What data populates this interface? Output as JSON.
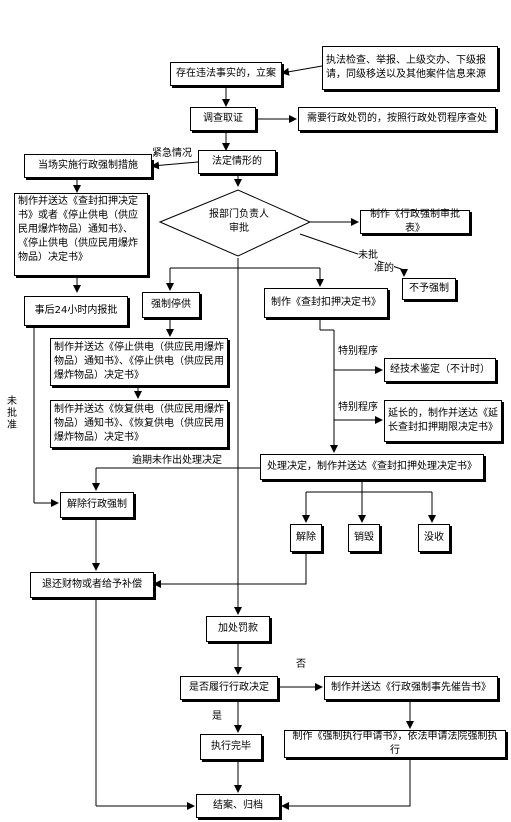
{
  "boxes": {
    "sources": "执法检查、举报、上级交办、下级报请，同级移送以及其他案件信息来源",
    "file_case": "存在违法事实的，立案",
    "investigate": "调查取证",
    "penalty_procedure": "需要行政处罚的，按照行政处罚程序查处",
    "legal_cases": "法定情形的",
    "on_site": "当场实施行政强制措施",
    "serve_decision": "制作并送达《查封扣押决定书》或者《停止供电（供应民用爆炸物品）通知书》、《停止供电（供应民用爆炸物品）决定书》",
    "approval_form": "制作《行政强制审批表》",
    "no_enforce": "不予强制",
    "report_24h": "事后24小时内报批",
    "force_stop": "强制停供",
    "make_seizure": "制作《查封扣押决定书》",
    "stop_notice": "制作并送达《停止供电（供应民用爆炸物品）通知书》、《停止供电（供应民用爆炸物品）决定书》",
    "resume_notice": "制作并送达《恢复供电（供应民用爆炸物品）通知书》、《恢复供电（供应民用爆炸物品）决定书》",
    "tech_appraisal": "经技术鉴定（不计时）",
    "extend": "延长的，制作并送达《延长查封扣押期限决定书》",
    "process_decision": "处理决定，制作并送达《查封扣押处理决定书》",
    "lift_enforce": "解除行政强制",
    "release": "解除",
    "destroy": "销毁",
    "confiscate": "没收",
    "return_property": "退还财物或者给予补偿",
    "extra_fine": "加处罚款",
    "fulfilled_q": "是否履行行政决定",
    "reminder": "制作并送达《行政强制事先催告书》",
    "done": "执行完毕",
    "apply_court": "制作《强制执行申请书》，依法申请法院强制执行",
    "close": "结案、归档"
  },
  "decision": {
    "line1": "报部门负责人",
    "line2": "审批"
  },
  "labels": {
    "emergency": "紧急情况",
    "not_approved_right_1": "未批",
    "not_approved_right_2": "准的",
    "not_approved_left": "未批准",
    "special_1": "特别程序",
    "special_2": "特别程序",
    "overdue": "逾期未作出处理决定",
    "no": "否",
    "yes": "是"
  }
}
